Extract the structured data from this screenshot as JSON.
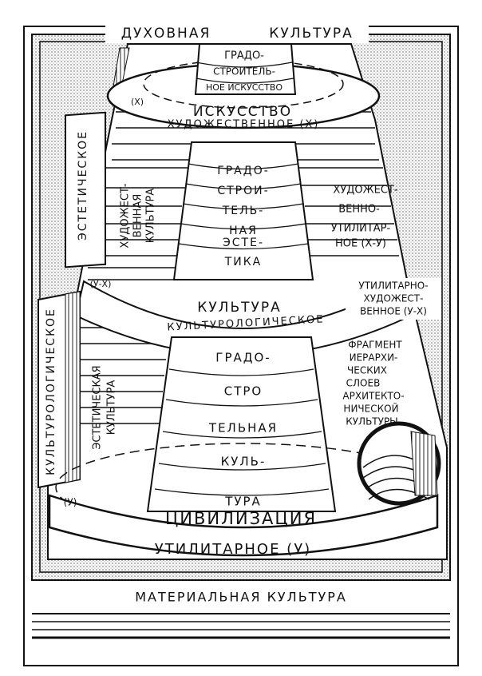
{
  "header": {
    "left_word": "ДУХОВНАЯ",
    "right_word": "КУЛЬТУРА"
  },
  "footer": {
    "title": "МАТЕРИАЛЬНАЯ КУЛЬТУРА"
  },
  "top_tier": {
    "core": [
      "ГРАДО-",
      "СТРОИТЕЛЬ-",
      "НОЕ ИСКУССТВО"
    ],
    "ring_word": "ИСКУССТВО",
    "band": "ХУДОЖЕСТВЕННОЕ (Х)",
    "marker": "(Х)"
  },
  "middle_tier": {
    "core": [
      "ГРАДО-",
      "СТРОИ-",
      "ТЕЛЬ-",
      "НАЯ",
      "ЭСТЕ-",
      "ТИКА"
    ],
    "left_label": [
      "ХУДОЖЕСТ-",
      "ВЕННАЯ",
      "КУЛЬТУРА"
    ],
    "right_label": [
      "ХУДОЖЕСТ-",
      "ВЕННО-",
      "УТИЛИТАР-",
      "НОЕ (Х-У)"
    ],
    "side_column": "ЭСТЕТИЧЕСКОЕ",
    "ring_word": "КУЛЬТУРА",
    "band": "КУЛЬТУРОЛОГИЧЕСКОЕ",
    "marker": "(У-Х)",
    "right_note": [
      "УТИЛИТАРНО-",
      "ХУДОЖЕСТ-",
      "ВЕННОЕ (У-Х)"
    ]
  },
  "bottom_tier": {
    "core": [
      "ГРАДО-",
      "СТРО",
      "ТЕЛЬНАЯ",
      "КУЛЬ-",
      "ТУРА"
    ],
    "left_label": [
      "ЭСТЕТИЧЕСКАЯ",
      "КУЛЬТУРА"
    ],
    "side_column": "КУЛЬТУРОЛОГИЧЕСКОЕ",
    "ring_word": "ЦИВИЛИЗАЦИЯ",
    "band": "УТИЛИТАРНОЕ (У)",
    "marker": "(У)",
    "fragment_note": [
      "ФРАГМЕНТ",
      "ИЕРАРХИ-",
      "ЧЕСКИХ",
      "СЛОЕВ",
      "АРХИТЕКТО-",
      "НИЧЕСКОЙ",
      "КУЛЬТУРЫ"
    ]
  }
}
